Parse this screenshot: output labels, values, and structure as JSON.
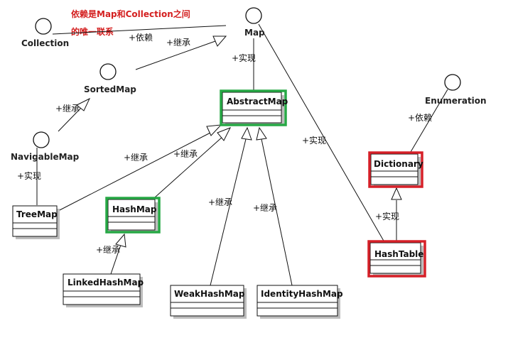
{
  "note": {
    "line1": "依赖是Map和Collection之间",
    "line2": "的唯一联系"
  },
  "interfaces": {
    "collection": "Collection",
    "map": "Map",
    "sorted_map": "SortedMap",
    "navigable_map": "NavigableMap",
    "enumeration": "Enumeration"
  },
  "classes": {
    "abstract_map": "AbstractMap",
    "tree_map": "TreeMap",
    "hash_map": "HashMap",
    "linked_hash_map": "LinkedHashMap",
    "weak_hash_map": "WeakHashMap",
    "identity_hash_map": "IdentityHashMap",
    "dictionary": "Dictionary",
    "hash_table": "HashTable"
  },
  "relations": {
    "depend_collection_map": "+依赖",
    "sortedmap_extends_map": "+继承",
    "abstractmap_implements_map": "+实现",
    "navigable_extends_sorted": "+继承",
    "treemap_implements_navigable": "+实现",
    "treemap_extends_abstract": "+继承",
    "hashmap_extends_abstract": "+继承",
    "weakhashmap_extends_abstract": "+继承",
    "identityhashmap_extends_abstract": "+继承",
    "linkedhashmap_extends_hashmap": "+继承",
    "hashtable_implements_map": "+实现",
    "dictionary_depends_enumeration": "+依赖",
    "hashtable_extends_dictionary": "+实现"
  },
  "colors": {
    "note_text": "#d42020",
    "highlight_green": "#27a845",
    "highlight_red": "#d62028"
  }
}
